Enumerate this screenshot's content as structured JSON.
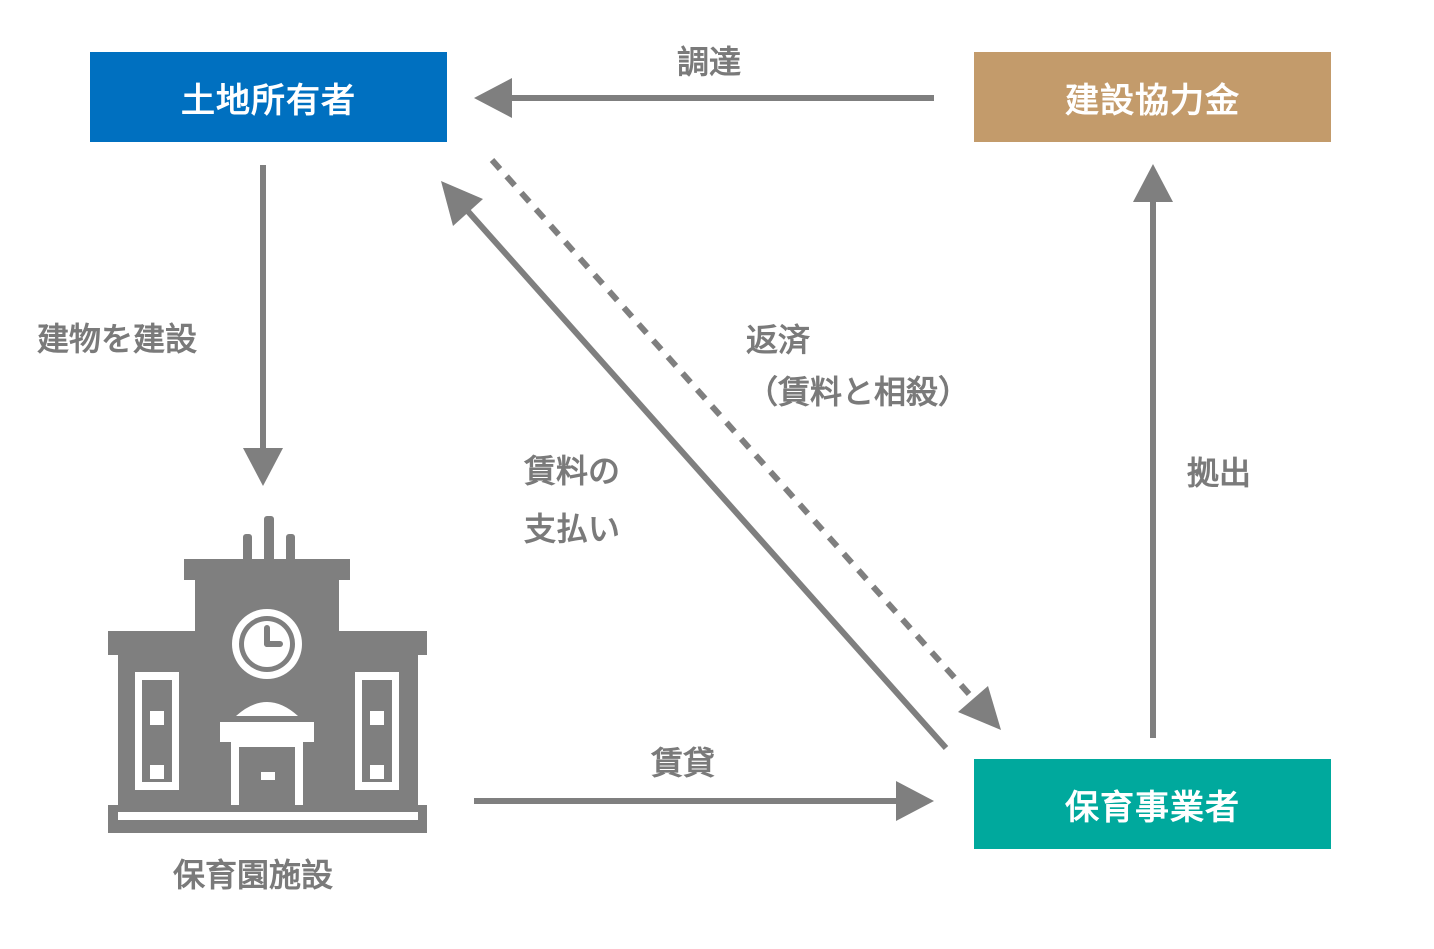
{
  "nodes": {
    "owner": {
      "label": "土地所有者",
      "color": "#0070c0"
    },
    "fund": {
      "label": "建設協力金",
      "color": "#c39b6b"
    },
    "operator": {
      "label": "保育事業者",
      "color": "#00a99d"
    },
    "facility": {
      "label": "保育園施設",
      "icon": "school-building-clock-icon"
    }
  },
  "edges": {
    "procure": "調達",
    "build": "建物を建設",
    "repay": "返済",
    "repay_note": "（賃料と相殺）",
    "rent_line1": "賃料の",
    "rent_line2": "支払い",
    "contribute": "拠出",
    "lease": "賃貸"
  },
  "colors": {
    "arrow": "#7f7f7f",
    "label": "#7a7a7a"
  }
}
